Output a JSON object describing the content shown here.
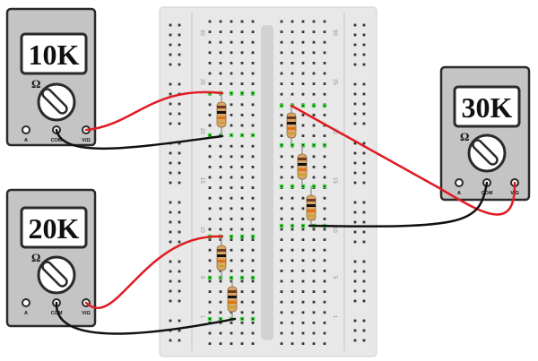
{
  "meters": [
    {
      "id": "meter-1",
      "reading": "10K",
      "unit": "Ω",
      "terminals": [
        "A",
        "COM",
        "V/Ω"
      ]
    },
    {
      "id": "meter-2",
      "reading": "20K",
      "unit": "Ω",
      "terminals": [
        "A",
        "COM",
        "V/Ω"
      ]
    },
    {
      "id": "meter-3",
      "reading": "30K",
      "unit": "Ω",
      "terminals": [
        "A",
        "COM",
        "V/Ω"
      ]
    }
  ],
  "breadboard": {
    "row_numbers_left": [
      "30",
      "25",
      "20",
      "15",
      "10",
      "5",
      "1"
    ],
    "row_numbers_right": [
      "30",
      "25",
      "20",
      "15",
      "10",
      "5",
      "1"
    ]
  },
  "colors": {
    "meter_body": "#c4c4c4",
    "meter_outline": "#2a2a2a",
    "board": "#e8e8e8",
    "hole": "#333333",
    "hole_connected": "#3fd43f",
    "probe_red": "#e01b24",
    "probe_black": "#111111",
    "resistor_body": "#d9a66b"
  }
}
